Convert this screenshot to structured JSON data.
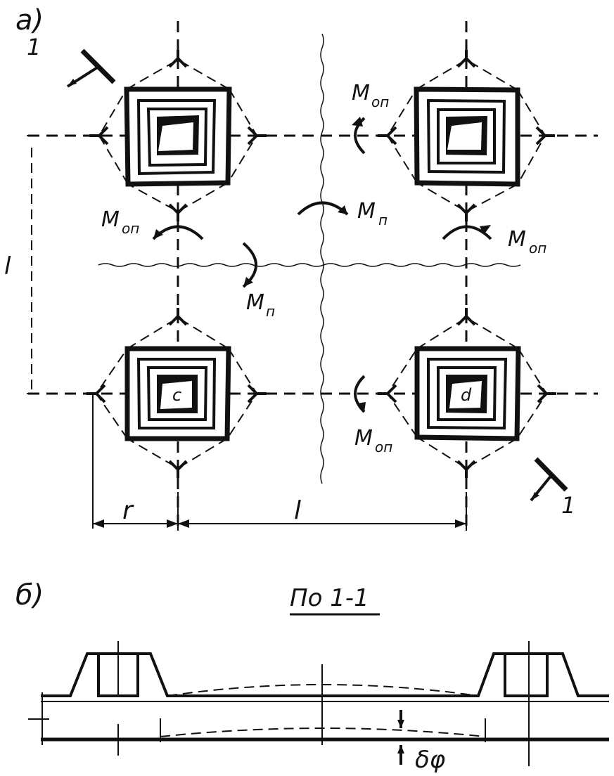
{
  "part_a": {
    "label": "а)",
    "section_mark_left": "1",
    "section_mark_right": "1",
    "moment_support_top": "M",
    "moment_support_top_sub": "оп",
    "moment_span_center": "M",
    "moment_span_center_sub": "п",
    "moment_support_left": "M",
    "moment_support_left_sub": "оп",
    "moment_support_right": "M",
    "moment_support_right_sub": "оп",
    "moment_span_lower": "M",
    "moment_span_lower_sub": "п",
    "moment_support_bottom": "M",
    "moment_support_bottom_sub": "оп",
    "dim_vertical": "l",
    "dim_r": "r",
    "dim_l": "l",
    "column_c": "c",
    "column_d": "d"
  },
  "part_b": {
    "label": "б)",
    "section_title": "По 1-1",
    "angle": "δφ"
  }
}
